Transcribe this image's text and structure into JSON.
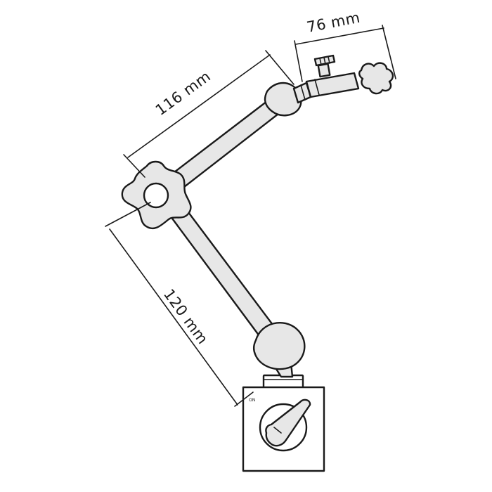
{
  "dimensions": {
    "top_width": "76 mm",
    "upper_arm": "116 mm",
    "lower_arm": "120 mm"
  },
  "base": {
    "on_label": "ON"
  },
  "colors": {
    "line": "#1a1a1a",
    "fill": "#e7e7e7",
    "background": "#ffffff"
  }
}
